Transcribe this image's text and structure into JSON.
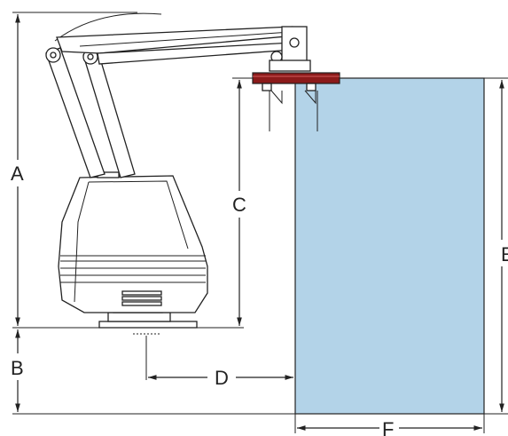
{
  "diagram": {
    "labels": {
      "a": "A",
      "b": "B",
      "c": "C",
      "d": "D",
      "e": "E",
      "f": "F"
    },
    "colors": {
      "pallet_fill": "#b3d3e8",
      "gripper_bar": "#8b1a1a",
      "line": "#222222"
    }
  }
}
